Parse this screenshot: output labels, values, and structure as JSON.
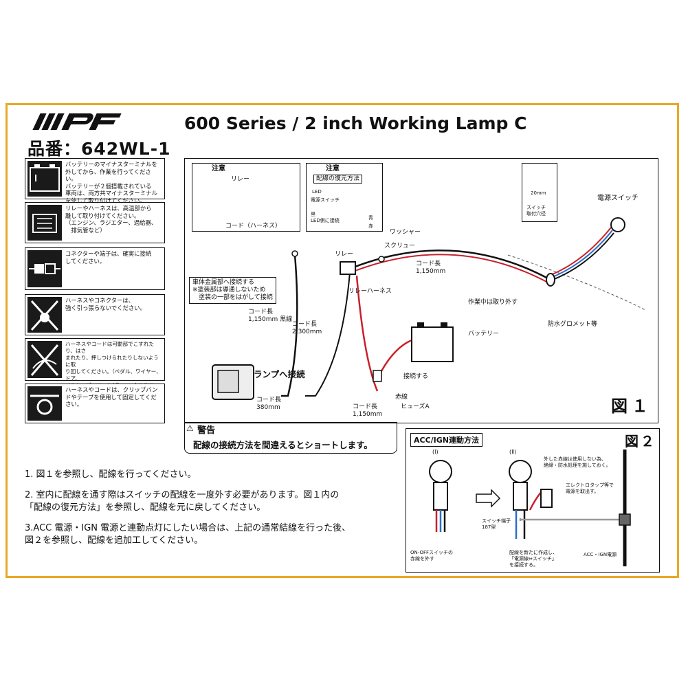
{
  "header": {
    "logo": "IPF",
    "model_number": "品番：642WL-1",
    "title": "600 Series / 2 inch Working Lamp C"
  },
  "sidebar": {
    "items": [
      {
        "icon": "battery-terminal-icon",
        "text": "バッテリーのマイナスターミナルを\n外してから、作業を行ってください。\nバッテリーが２個搭載されている\n車両は、両方共マイナスターミナル\nを外して取り付けてください。"
      },
      {
        "icon": "engine-heat-icon",
        "text": "リレーやハーネスは、高温部から\n離して取り付けてください。\n（エンジン、ラジエター、過給器、\n　排気管など）"
      },
      {
        "icon": "connector-icon",
        "text": "コネクターや端子は、確実に接続\nしてください。"
      },
      {
        "icon": "no-pull-icon",
        "text": "ハーネスやコネクターは、\n強く引っ張らないでください。"
      },
      {
        "icon": "harness-pinch-icon",
        "text": "ハーネスやコードは可動部でこすれたり、はさ\nまれたり、押しつけられたりしないように取\nり回してください。（ペダル、ワイヤー、ドア、\nベルト、プーリーなど）ハーネスやコードの被\n覆が損傷すると火災の原因となる事があります。"
      },
      {
        "icon": "clip-band-icon",
        "text": "ハーネスやコードは、クリップバン\nドやテープを使用して固定してくだ\nさい。"
      }
    ]
  },
  "figure1": {
    "note1": {
      "title": "注意",
      "relay": "リレー",
      "cord": "コード（ハーネス）"
    },
    "note2": {
      "title": "注意",
      "subtitle": "配線の復元方法",
      "led": "LED",
      "power_switch": "電源スイッチ",
      "black": "黒\nLED側に接続",
      "blue": "青",
      "red": "赤"
    },
    "hole": {
      "size": "20mm",
      "caption": "スイッチ\n取付穴径"
    },
    "labels": {
      "power_switch": "電源スイッチ",
      "washer": "ワッシャー",
      "relay": "リレー",
      "screw": "スクリュー",
      "cord_1150_top": "コード長\n1,150mm",
      "body_ground": "車体金属部へ接続する\n※塗装部は導通しないため\n　塗装の一部をはがして接続",
      "relay_harness": "リレーハーネス",
      "remove_during_work": "作業中は取り外す",
      "grommet": "防水グロメット等",
      "black_wire": "コード長\n1,150mm 黒線",
      "cord_2300": "コード長\n2,300mm",
      "battery": "バッテリー",
      "lamp_connect": "ランプへ接続",
      "connect": "接続する",
      "red_wire": "赤線",
      "cord_380": "コード長\n380mm",
      "cord_1150_bottom": "コード長\n1,150mm",
      "fuse": "ヒューズA"
    },
    "figure_no": "図１"
  },
  "warning": {
    "title": "警告",
    "text": "配線の接続方法を間違えるとショートします。"
  },
  "instructions": [
    "1. 図１を参照し、配線を行ってください。",
    "2. 室内に配線を通す際はスイッチの配線を一度外す必要があります。図１内の\n「配線の復元方法」を参照し、配線を元に戻してください。",
    "3.ACC 電源・IGN 電源と連動点灯にしたい場合は、上記の通常結線を行った後、\n図２を参照し、配線を追加工してください。"
  ],
  "figure2": {
    "title": "ACC/IGN連動方法",
    "figure_no": "図２",
    "step1": "(Ⅰ)",
    "step2": "(Ⅱ)",
    "unused_red": "外した赤線は使用しない為、\n絶縁・防水処理を施しておく。",
    "electro_tap": "エレクトロタップ等で\n電源を取出す。",
    "switch_terminal": "スイッチ端子\n187型",
    "remove_red": "ON-OFFスイッチの\n赤線を外す",
    "new_wire": "配線を新たに作成し、\n「電源線⇔スイッチ」\nを接続する。",
    "acc_ign": "ACC・IGN電源"
  },
  "colors": {
    "frame": "#e9a825",
    "red_wire": "#c8202a",
    "blue_wire": "#2a6fc9",
    "black": "#111111"
  }
}
